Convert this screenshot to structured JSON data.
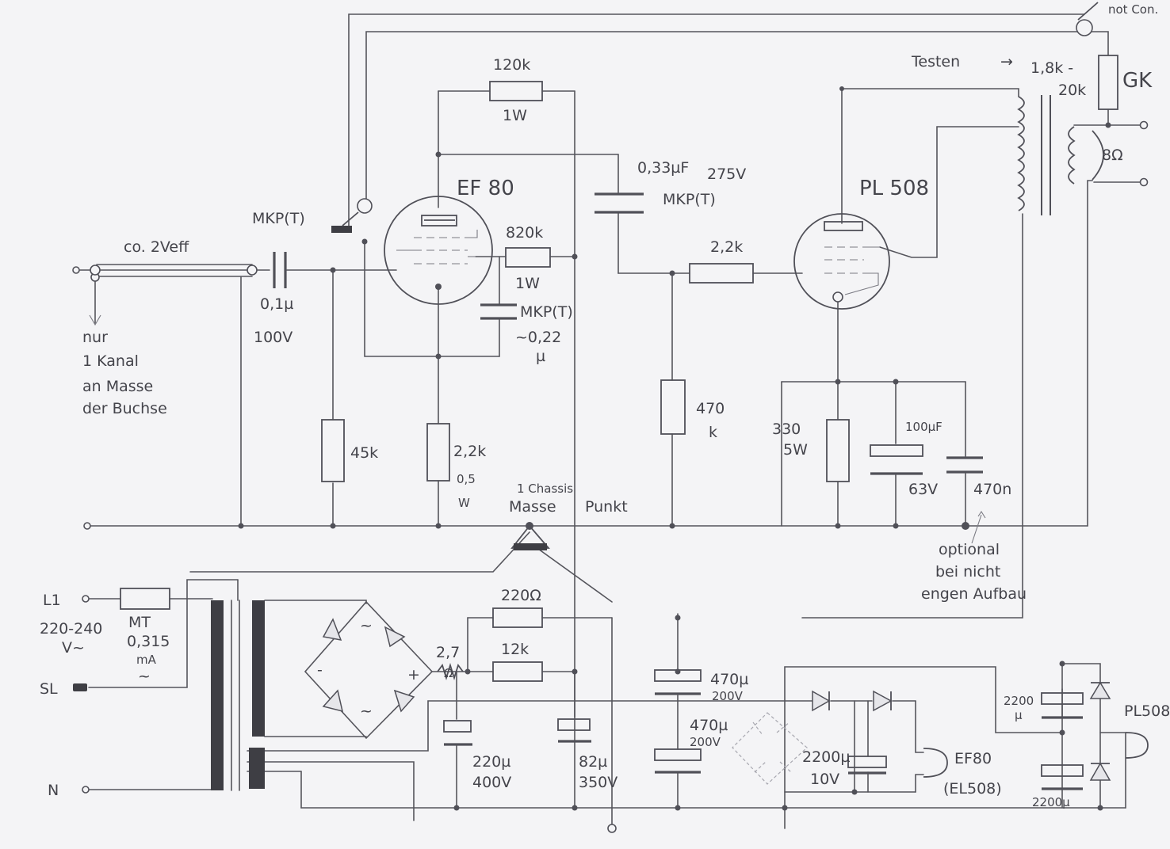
{
  "labels": {
    "not_con": "not Con.",
    "testen": "Testen",
    "arrow": "→",
    "r_gk_value": "1,8k -",
    "r_gk_value2": "20k",
    "gk": "GK",
    "r_anode_ef80": "120k",
    "r_anode_ef80_power": "1W",
    "c_coupling": "0,33µF",
    "c_coupling_volt": "275V",
    "c_coupling_type": "MKP(T)",
    "tube_ef80": "EF 80",
    "tube_pl508": "PL 508",
    "speaker": "8Ω",
    "c_input_type": "MKP(T)",
    "input_level": "co. 2Veff",
    "r_screen": "820k",
    "r_screen_power": "1W",
    "r_grid_pl": "2,2k",
    "c_input": "0,1µ",
    "c_input_volt": "100V",
    "c_screen_type": "MKP(T)",
    "c_screen_value": "~0,22",
    "c_screen_unit": "µ",
    "note_nur": "nur",
    "note_kanal": "1 Kanal",
    "note_masse": "an Masse",
    "note_buchse": "der Buchse",
    "r_grid_ef80": "45k",
    "r_cathode_ef80": "2,2k",
    "r_cathode_ef80_power1": "0,5",
    "r_cathode_ef80_power2": "W",
    "r_grid_leak": "470",
    "r_grid_leak_unit": "k",
    "r_cathode_pl": "330",
    "r_cathode_pl_power": "5W",
    "c_cathode_pl": "100µF",
    "c_cathode_pl_volt": "63V",
    "c_optional": "470n",
    "chassis1": "1 Chassis",
    "chassis2": "Masse",
    "chassis3": "Punkt",
    "optional1": "optional",
    "optional2": "bei nicht",
    "optional3": "engen Aufbau",
    "mains_l1": "L1",
    "mains_volt1": "220-240",
    "mains_volt2": "V~",
    "fuse1": "MT",
    "fuse2": "0,315",
    "fuse3": "mA",
    "fuse4": "~",
    "mains_sl": "SL",
    "mains_n": "N",
    "r_filter1": "220Ω",
    "r_filter2": "12k",
    "r_series": "2,7",
    "r_series_unit": "Ω",
    "plus": "+",
    "minus": "-",
    "ac": "~",
    "c_filter1": "220µ",
    "c_filter1_volt": "400V",
    "c_filter2": "82µ",
    "c_filter2_volt": "350V",
    "c_filter3": "470µ",
    "c_filter3_volt": "200V",
    "c_filter4": "470µ",
    "c_filter4_volt": "200V",
    "c_heater": "2200µ",
    "c_heater_volt": "10V",
    "heater_ef80": "EF80",
    "heater_el508": "(EL508)",
    "c_heater_pl1": "2200",
    "c_heater_pl1_unit": "µ",
    "c_heater_pl2": "2200µ",
    "heater_pl508": "PL508"
  }
}
